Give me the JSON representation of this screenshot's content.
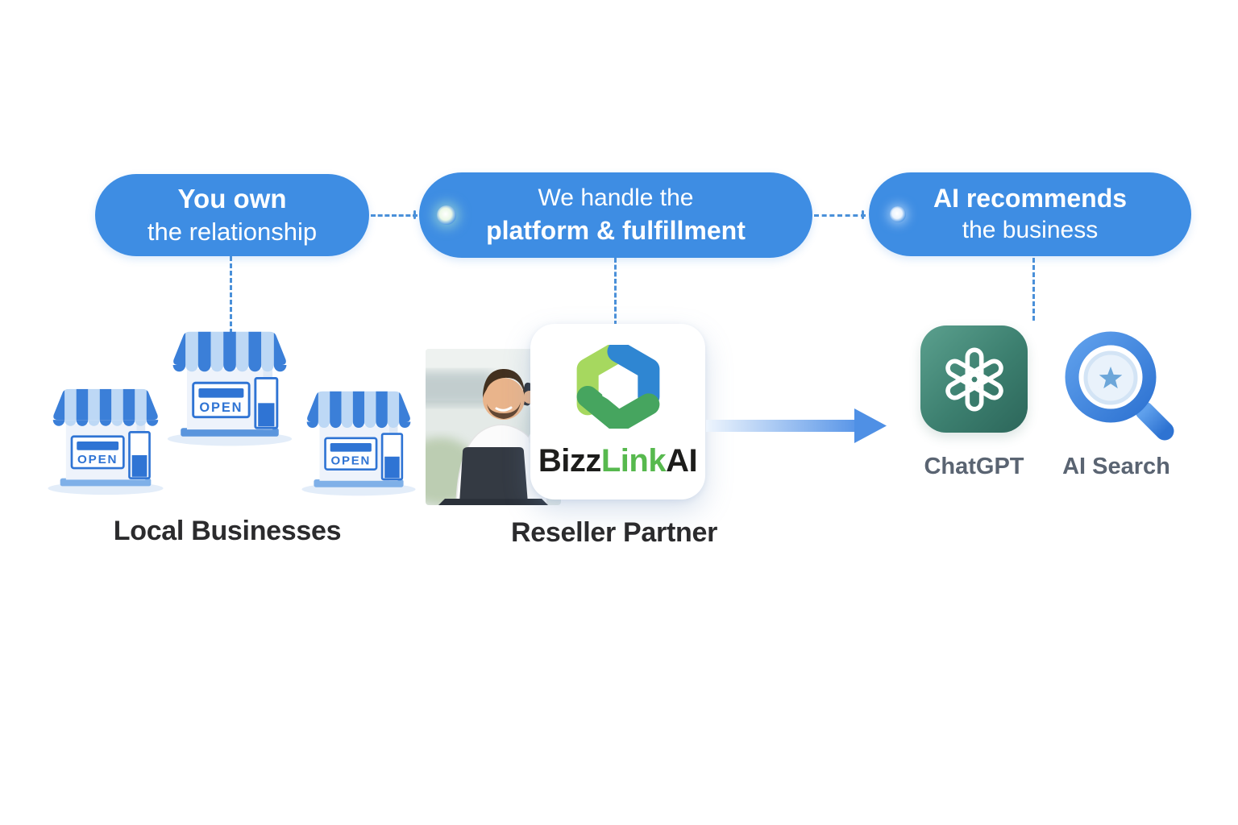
{
  "pills": [
    {
      "line1": "You own",
      "line2": "the relationship"
    },
    {
      "line1": "We handle the",
      "line2": "platform & fulfillment"
    },
    {
      "line1": "AI recommends",
      "line2": "the business"
    }
  ],
  "local": {
    "label": "Local Businesses",
    "open_sign": "OPEN"
  },
  "reseller": {
    "label": "Reseller Partner",
    "brand_bizz": "Bizz",
    "brand_link": "Link",
    "brand_ai": "AI"
  },
  "ai_channels": {
    "chatgpt_label": "ChatGPT",
    "search_label": "AI Search"
  },
  "icons": {
    "storefront": "storefront-awning-open-icon",
    "bizzlink_logo": "hexagon-ring-icon",
    "chatgpt": "chatgpt-flower-knot-icon",
    "ai_search": "magnifier-star-icon",
    "flow_arrow": "right-arrow-gradient-icon"
  },
  "colors": {
    "pill_blue": "#3E8DE3",
    "dashed_connector": "#4A90D9",
    "store_dark_blue": "#3B7FD8",
    "store_light_blue": "#BDD8F5",
    "logo_light_green": "#A6D85F",
    "logo_blue": "#2F86D2",
    "logo_dark_green": "#46A55F",
    "brand_green": "#57B94E",
    "brand_dark": "#1D1D1B",
    "chatgpt_teal": "#3C7F6F",
    "search_blue": "#3E86DE",
    "caption_gray": "#5A6472",
    "label_dark": "#2B2B2D"
  }
}
